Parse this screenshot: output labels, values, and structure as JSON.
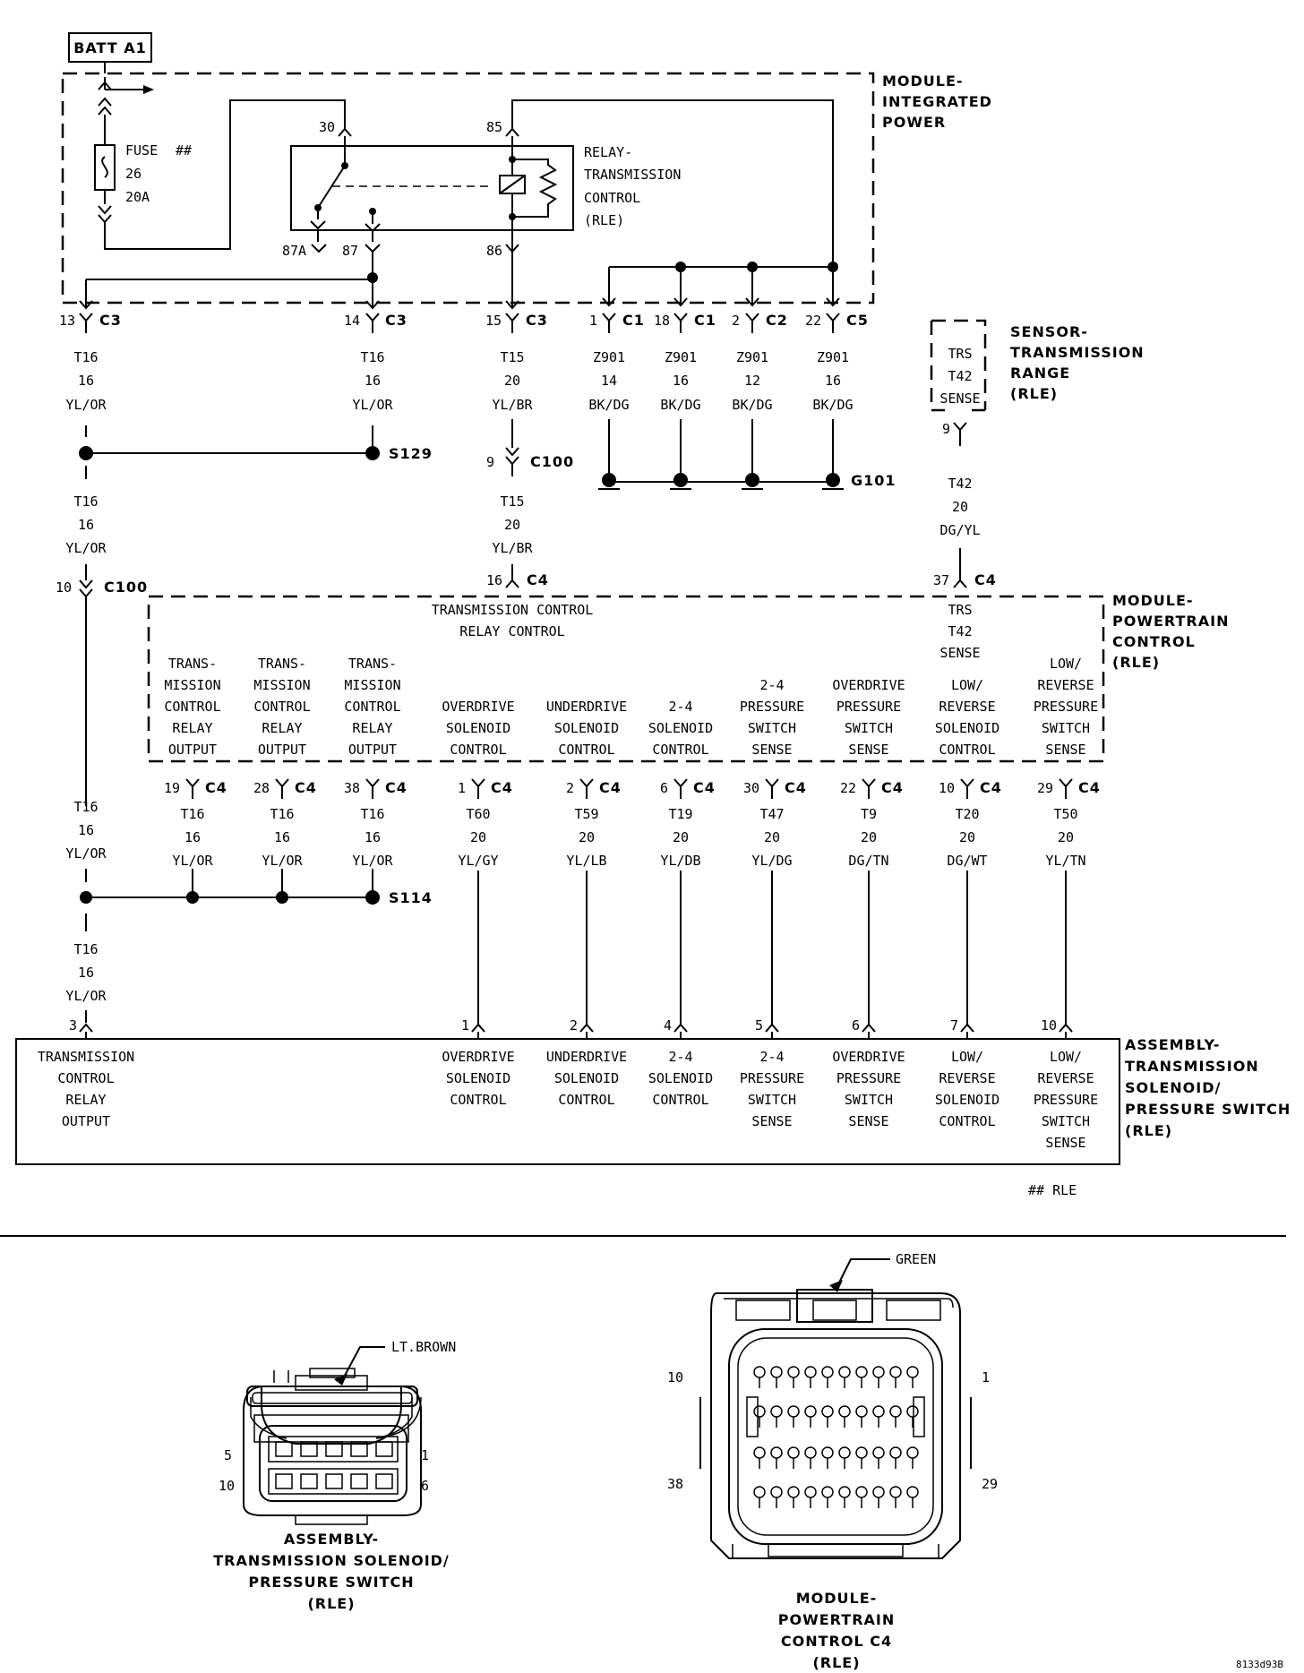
{
  "batt": "BATT A1",
  "fuse": {
    "label": "FUSE",
    "num": "26",
    "amp": "20A",
    "mark": "##"
  },
  "module_integrated_power": [
    "MODULE-",
    "INTEGRATED",
    "POWER"
  ],
  "relay_label": [
    "RELAY-",
    "TRANSMISSION",
    "CONTROL",
    "(RLE)"
  ],
  "relay_pins": {
    "p30": "30",
    "p85": "85",
    "p87a": "87A",
    "p87": "87",
    "p86": "86"
  },
  "top_connectors": [
    {
      "pin": "13",
      "conn": "C3",
      "wire": [
        "T16",
        "16",
        "YL/OR"
      ]
    },
    {
      "pin": "14",
      "conn": "C3",
      "wire": [
        "T16",
        "16",
        "YL/OR"
      ]
    },
    {
      "pin": "15",
      "conn": "C3",
      "wire": [
        "T15",
        "20",
        "YL/BR"
      ]
    },
    {
      "pin": "1",
      "conn": "C1",
      "wire": [
        "Z901",
        "14",
        "BK/DG"
      ]
    },
    {
      "pin": "18",
      "conn": "C1",
      "wire": [
        "Z901",
        "16",
        "BK/DG"
      ]
    },
    {
      "pin": "2",
      "conn": "C2",
      "wire": [
        "Z901",
        "12",
        "BK/DG"
      ]
    },
    {
      "pin": "22",
      "conn": "C5",
      "wire": [
        "Z901",
        "16",
        "BK/DG"
      ]
    }
  ],
  "splice_s129": "S129",
  "ground_g101": "G101",
  "c100_mid": {
    "pin": "9",
    "conn": "C100",
    "wire": [
      "T15",
      "20",
      "YL/BR"
    ]
  },
  "left_wire_mid": [
    "T16",
    "16",
    "YL/OR"
  ],
  "c100_left": {
    "pin": "10",
    "conn": "C100"
  },
  "pcm_c4_top": [
    {
      "pin": "16",
      "conn": "C4"
    },
    {
      "pin": "37",
      "conn": "C4"
    }
  ],
  "sensor_trs": {
    "name": [
      "SENSOR-",
      "TRANSMISSION",
      "RANGE",
      "(RLE)"
    ],
    "inner": [
      "TRS",
      "T42",
      "SENSE"
    ],
    "pin": "9",
    "wire": [
      "T42",
      "20",
      "DG/YL"
    ]
  },
  "pcm_label": [
    "MODULE-",
    "POWERTRAIN",
    "CONTROL",
    "(RLE)"
  ],
  "pcm_relay_control": [
    "TRANSMISSION CONTROL",
    "RELAY CONTROL"
  ],
  "pcm_trs_sense": [
    "TRS",
    "T42",
    "SENSE"
  ],
  "pcm_outputs": [
    {
      "label": [
        "TRANS-",
        "MISSION",
        "CONTROL",
        "RELAY",
        "OUTPUT"
      ],
      "pin": "19",
      "conn": "C4",
      "wire": [
        "T16",
        "16",
        "YL/OR"
      ]
    },
    {
      "label": [
        "TRANS-",
        "MISSION",
        "CONTROL",
        "RELAY",
        "OUTPUT"
      ],
      "pin": "28",
      "conn": "C4",
      "wire": [
        "T16",
        "16",
        "YL/OR"
      ]
    },
    {
      "label": [
        "TRANS-",
        "MISSION",
        "CONTROL",
        "RELAY",
        "OUTPUT"
      ],
      "pin": "38",
      "conn": "C4",
      "wire": [
        "T16",
        "16",
        "YL/OR"
      ]
    },
    {
      "label": [
        "OVERDRIVE",
        "SOLENOID",
        "CONTROL"
      ],
      "pin": "1",
      "conn": "C4",
      "wire": [
        "T60",
        "20",
        "YL/GY"
      ]
    },
    {
      "label": [
        "UNDERDRIVE",
        "SOLENOID",
        "CONTROL"
      ],
      "pin": "2",
      "conn": "C4",
      "wire": [
        "T59",
        "20",
        "YL/LB"
      ]
    },
    {
      "label": [
        "2-4",
        "SOLENOID",
        "CONTROL"
      ],
      "pin": "6",
      "conn": "C4",
      "wire": [
        "T19",
        "20",
        "YL/DB"
      ]
    },
    {
      "label": [
        "2-4",
        "PRESSURE",
        "SWITCH",
        "SENSE"
      ],
      "pin": "30",
      "conn": "C4",
      "wire": [
        "T47",
        "20",
        "YL/DG"
      ]
    },
    {
      "label": [
        "OVERDRIVE",
        "PRESSURE",
        "SWITCH",
        "SENSE"
      ],
      "pin": "22",
      "conn": "C4",
      "wire": [
        "T9",
        "20",
        "DG/TN"
      ]
    },
    {
      "label": [
        "LOW/",
        "REVERSE",
        "SOLENOID",
        "CONTROL"
      ],
      "pin": "10",
      "conn": "C4",
      "wire": [
        "T20",
        "20",
        "DG/WT"
      ]
    },
    {
      "label": [
        "LOW/",
        "REVERSE",
        "PRESSURE",
        "SWITCH",
        "SENSE"
      ],
      "pin": "29",
      "conn": "C4",
      "wire": [
        "T50",
        "20",
        "YL/TN"
      ]
    }
  ],
  "left_wire_lower": [
    "T16",
    "16",
    "YL/OR"
  ],
  "splice_s114": "S114",
  "left_wire_bottom": [
    "T16",
    "16",
    "YL/OR"
  ],
  "asm_pins": [
    "3",
    "1",
    "2",
    "4",
    "5",
    "6",
    "7",
    "10"
  ],
  "asm_labels": [
    [
      "TRANSMISSION",
      "CONTROL",
      "RELAY",
      "OUTPUT"
    ],
    [
      "OVERDRIVE",
      "SOLENOID",
      "CONTROL"
    ],
    [
      "UNDERDRIVE",
      "SOLENOID",
      "CONTROL"
    ],
    [
      "2-4",
      "SOLENOID",
      "CONTROL"
    ],
    [
      "2-4",
      "PRESSURE",
      "SWITCH",
      "SENSE"
    ],
    [
      "OVERDRIVE",
      "PRESSURE",
      "SWITCH",
      "SENSE"
    ],
    [
      "LOW/",
      "REVERSE",
      "SOLENOID",
      "CONTROL"
    ],
    [
      "LOW/",
      "REVERSE",
      "PRESSURE",
      "SWITCH",
      "SENSE"
    ]
  ],
  "asm_name": [
    "ASSEMBLY-",
    "TRANSMISSION",
    "SOLENOID/",
    "PRESSURE SWITCH",
    "(RLE)"
  ],
  "rle_note": "## RLE",
  "conn1": {
    "color": "LT.BROWN",
    "pins": [
      "5",
      "1",
      "10",
      "6"
    ],
    "caption": [
      "ASSEMBLY-",
      "TRANSMISSION SOLENOID/",
      "PRESSURE SWITCH",
      "(RLE)"
    ]
  },
  "conn2": {
    "color": "GREEN",
    "pins": [
      "10",
      "1",
      "38",
      "29"
    ],
    "caption": [
      "MODULE-",
      "POWERTRAIN",
      "CONTROL C4",
      "(RLE)"
    ]
  },
  "fig_id": "8133d93B"
}
